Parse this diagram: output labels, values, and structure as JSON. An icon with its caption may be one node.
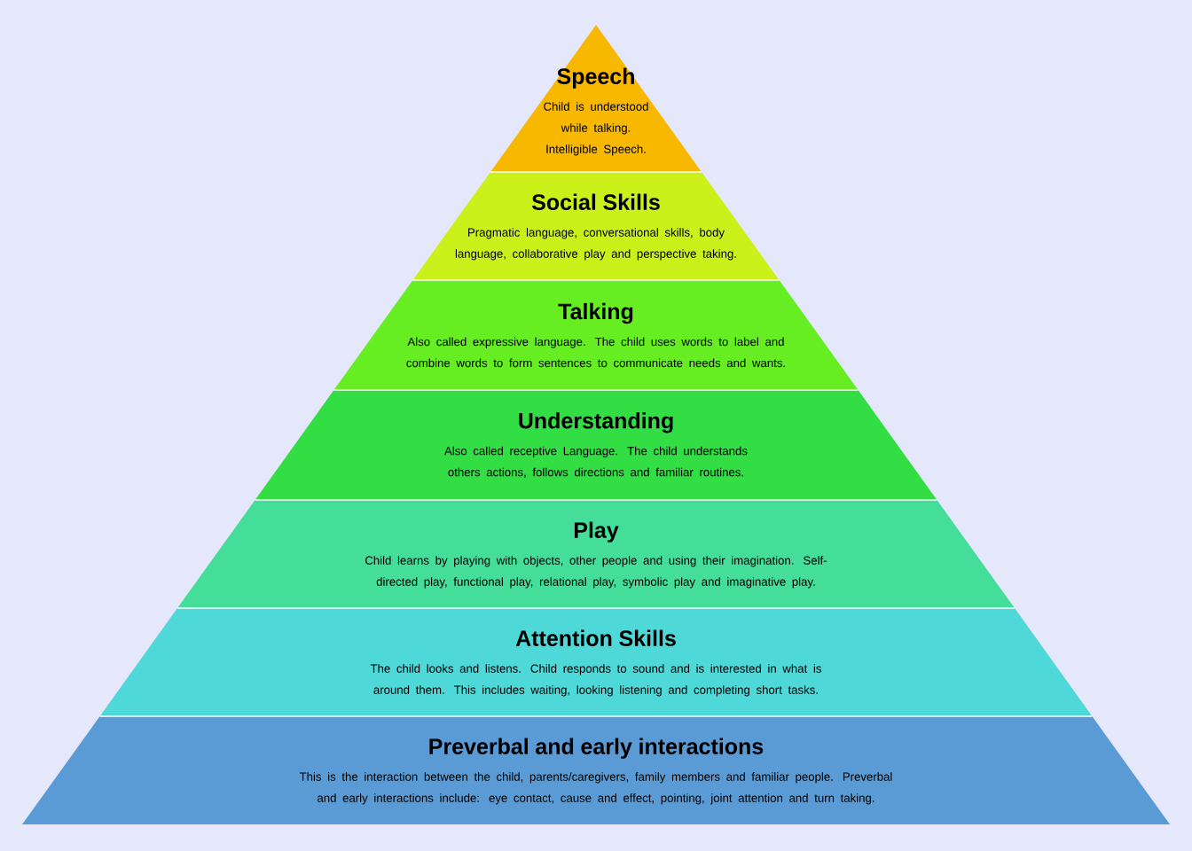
{
  "diagram": {
    "nodes": [
      {
        "text": [
          "Speech",
          "Child is understood while talking. Intelligible Speech."
        ]
      },
      {
        "text": [
          "Social Skills",
          "Pragmatic language, conversational skills, body language, collaborative play and perspective taking."
        ]
      },
      {
        "text": [
          "Talking",
          "Also called expressive language. The child uses words to label and combine words to form sentences to communicate needs and wants."
        ]
      },
      {
        "text": [
          "Understanding",
          "Also called receptive Language.  The child understands others actions, follows directions and familiar routines."
        ]
      },
      {
        "text": [
          "Play",
          "Child learns by playing with objects, other people and using their imagination. Self-directed  play, functional play, relational play, symbolic play and imaginative play."
        ]
      },
      {
        "text": [
          "Attention Skills",
          "The child looks and listens. Child responds to sound and is interested in what is around them. This includes waiting, looking listening and completing short tasks."
        ]
      },
      {
        "text": [
          "Preverbal and early interactions",
          "This is the interaction between the child, parents/caregivers, family members and familiar people. Preverbal and early interactions include: eye contact, cause and effect, pointing, joint attention and turn taking."
        ]
      }
    ]
  }
}
